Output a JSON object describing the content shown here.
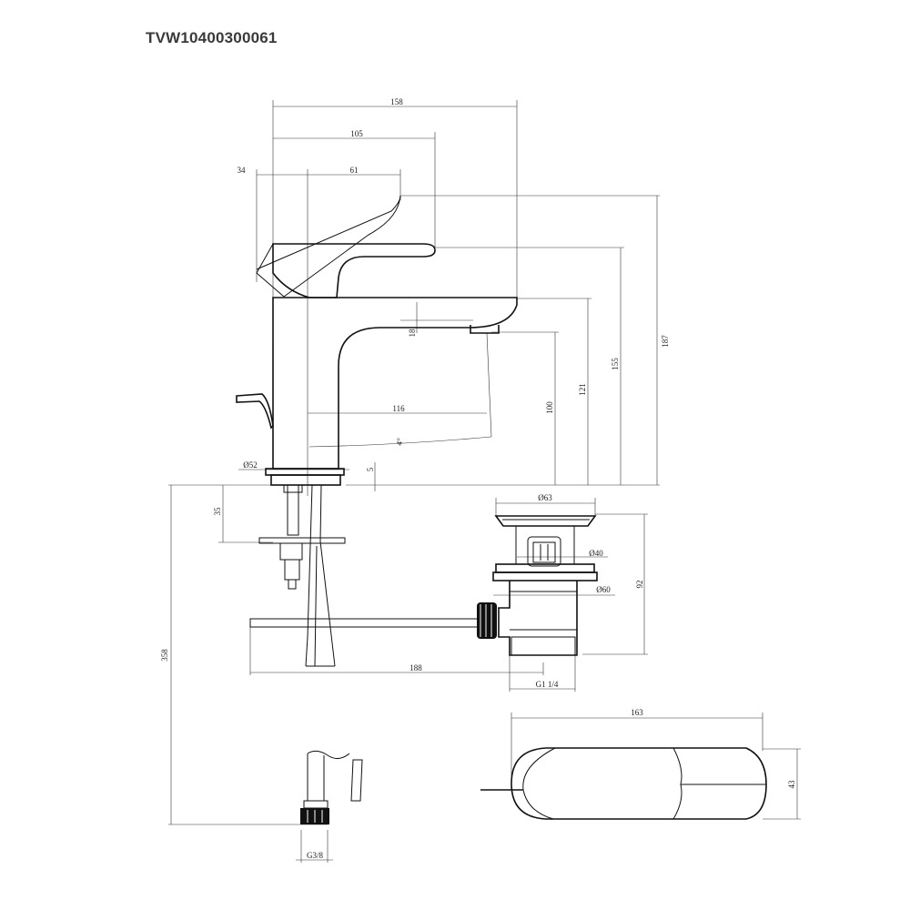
{
  "title": "TVW10400300061",
  "dimensions": {
    "d158": "158",
    "d105": "105",
    "d34": "34",
    "d61": "61",
    "d187": "187",
    "d155": "155",
    "d121": "121",
    "d100": "100",
    "d18": "18",
    "d116": "116",
    "d_angle": "4°",
    "d52": "Ø52",
    "d5": "5",
    "d35": "35",
    "d358": "358",
    "d63": "Ø63",
    "d40": "Ø40",
    "d60": "Ø60",
    "d92": "92",
    "d188": "188",
    "g114": "G1 1/4",
    "d163": "163",
    "d43": "43",
    "g38": "G3/8"
  }
}
